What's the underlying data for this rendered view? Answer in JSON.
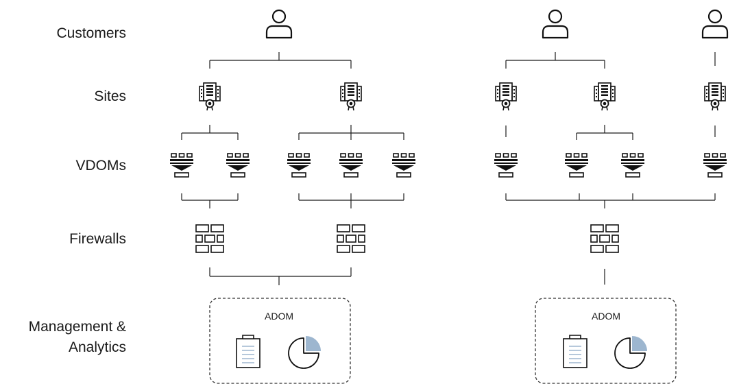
{
  "row_labels": {
    "customers": "Customers",
    "sites": "Sites",
    "vdoms": "VDOMs",
    "firewalls": "Firewalls",
    "management_line1": "Management &",
    "management_line2": "Analytics"
  },
  "adom_label": "ADOM",
  "colors": {
    "line": "#1a1a1a",
    "icon": "#111111",
    "accent": "#9db6cf"
  },
  "icons": {
    "customer": "user-icon",
    "site": "building-icon",
    "vdom": "vdom-icon",
    "firewall": "firewall-icon",
    "report": "clipboard-icon",
    "analytics": "pie-chart-icon"
  }
}
